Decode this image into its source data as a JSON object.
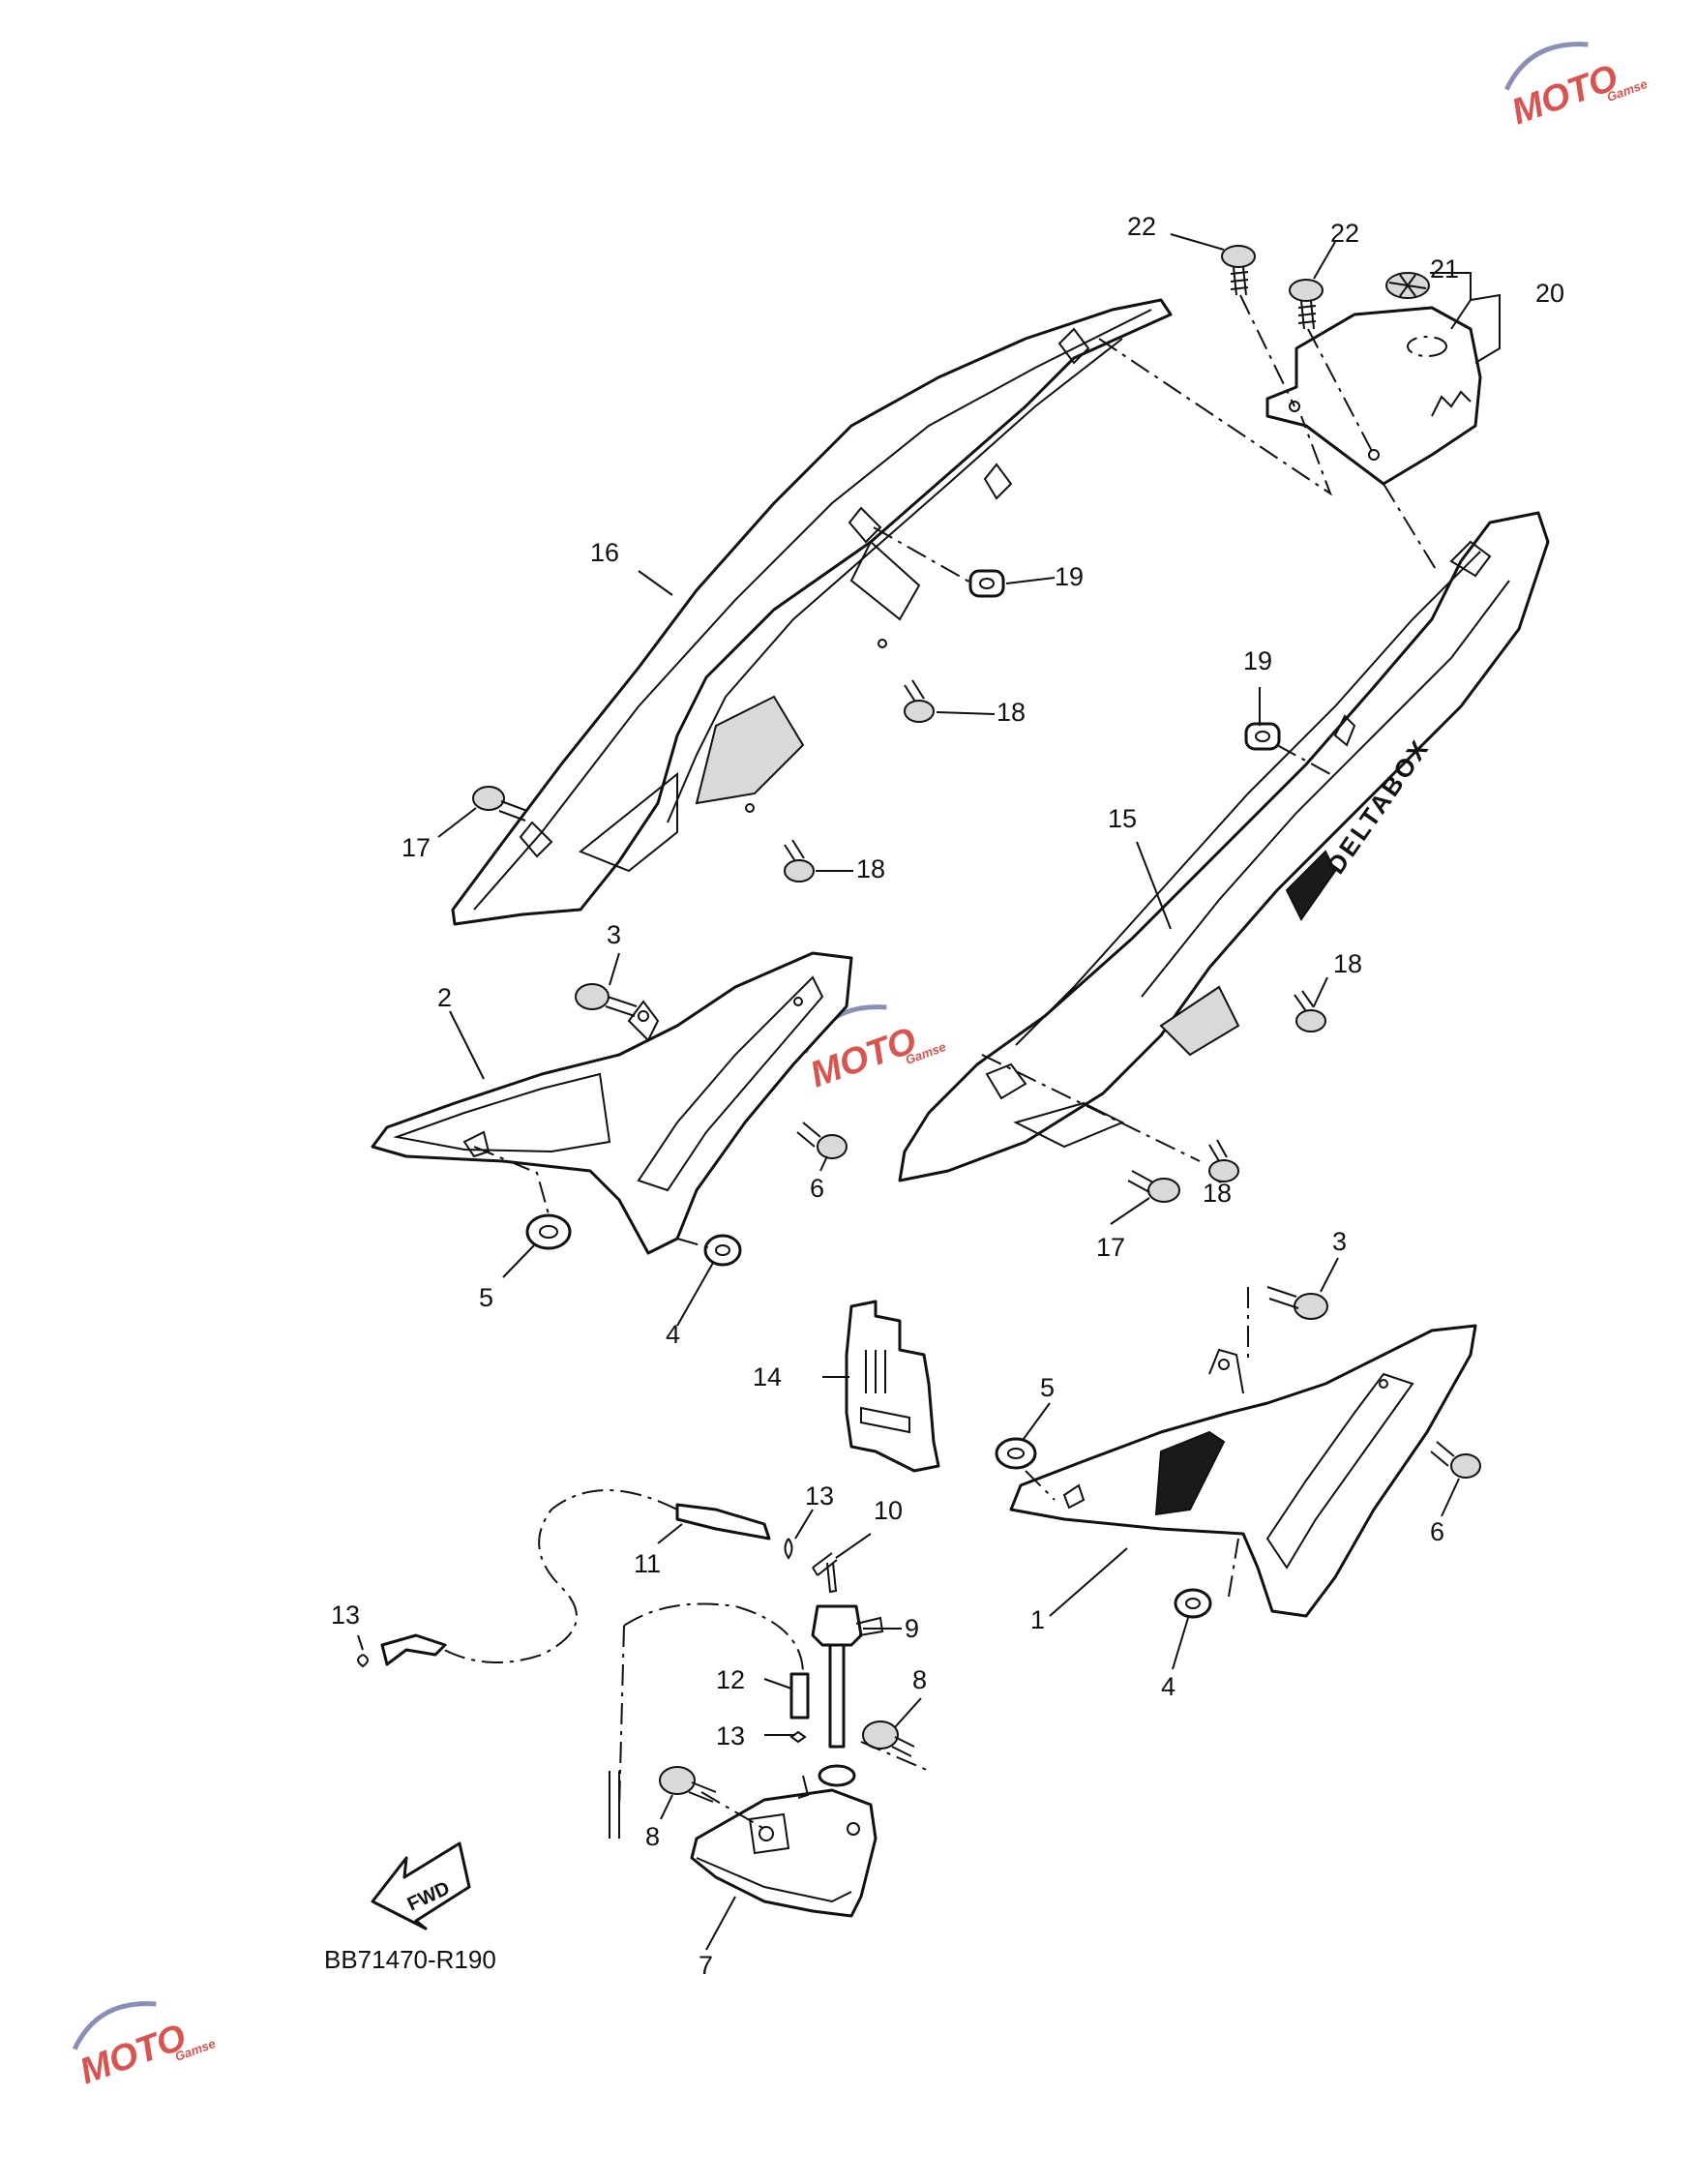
{
  "diagram_code": "BB71470-R190",
  "fwd_label": "FWD",
  "decal_text": "DELTABOX",
  "watermark": {
    "mark": "MOTO",
    "sub": "Gamse",
    "color": "#d9534f",
    "accent": "#8a8fb8"
  },
  "callouts": [
    {
      "id": "c22a",
      "label": "22"
    },
    {
      "id": "c22b",
      "label": "22"
    },
    {
      "id": "c21",
      "label": "21"
    },
    {
      "id": "c20",
      "label": "20"
    },
    {
      "id": "c16",
      "label": "16"
    },
    {
      "id": "c19a",
      "label": "19"
    },
    {
      "id": "c18a",
      "label": "18"
    },
    {
      "id": "c19b",
      "label": "19"
    },
    {
      "id": "c17a",
      "label": "17"
    },
    {
      "id": "c18b",
      "label": "18"
    },
    {
      "id": "c15",
      "label": "15"
    },
    {
      "id": "c3a",
      "label": "3"
    },
    {
      "id": "c2",
      "label": "2"
    },
    {
      "id": "c18c",
      "label": "18"
    },
    {
      "id": "c6a",
      "label": "6"
    },
    {
      "id": "c18d",
      "label": "18"
    },
    {
      "id": "c17b",
      "label": "17"
    },
    {
      "id": "c5a",
      "label": "5"
    },
    {
      "id": "c4a",
      "label": "4"
    },
    {
      "id": "c3b",
      "label": "3"
    },
    {
      "id": "c14",
      "label": "14"
    },
    {
      "id": "c5b",
      "label": "5"
    },
    {
      "id": "c6b",
      "label": "6"
    },
    {
      "id": "c13a",
      "label": "13"
    },
    {
      "id": "c10",
      "label": "10"
    },
    {
      "id": "c11",
      "label": "11"
    },
    {
      "id": "c1",
      "label": "1"
    },
    {
      "id": "c13b",
      "label": "13"
    },
    {
      "id": "c9",
      "label": "9"
    },
    {
      "id": "c12",
      "label": "12"
    },
    {
      "id": "c8a",
      "label": "8"
    },
    {
      "id": "c13c",
      "label": "13"
    },
    {
      "id": "c4b",
      "label": "4"
    },
    {
      "id": "c8b",
      "label": "8"
    },
    {
      "id": "c7",
      "label": "7"
    }
  ]
}
